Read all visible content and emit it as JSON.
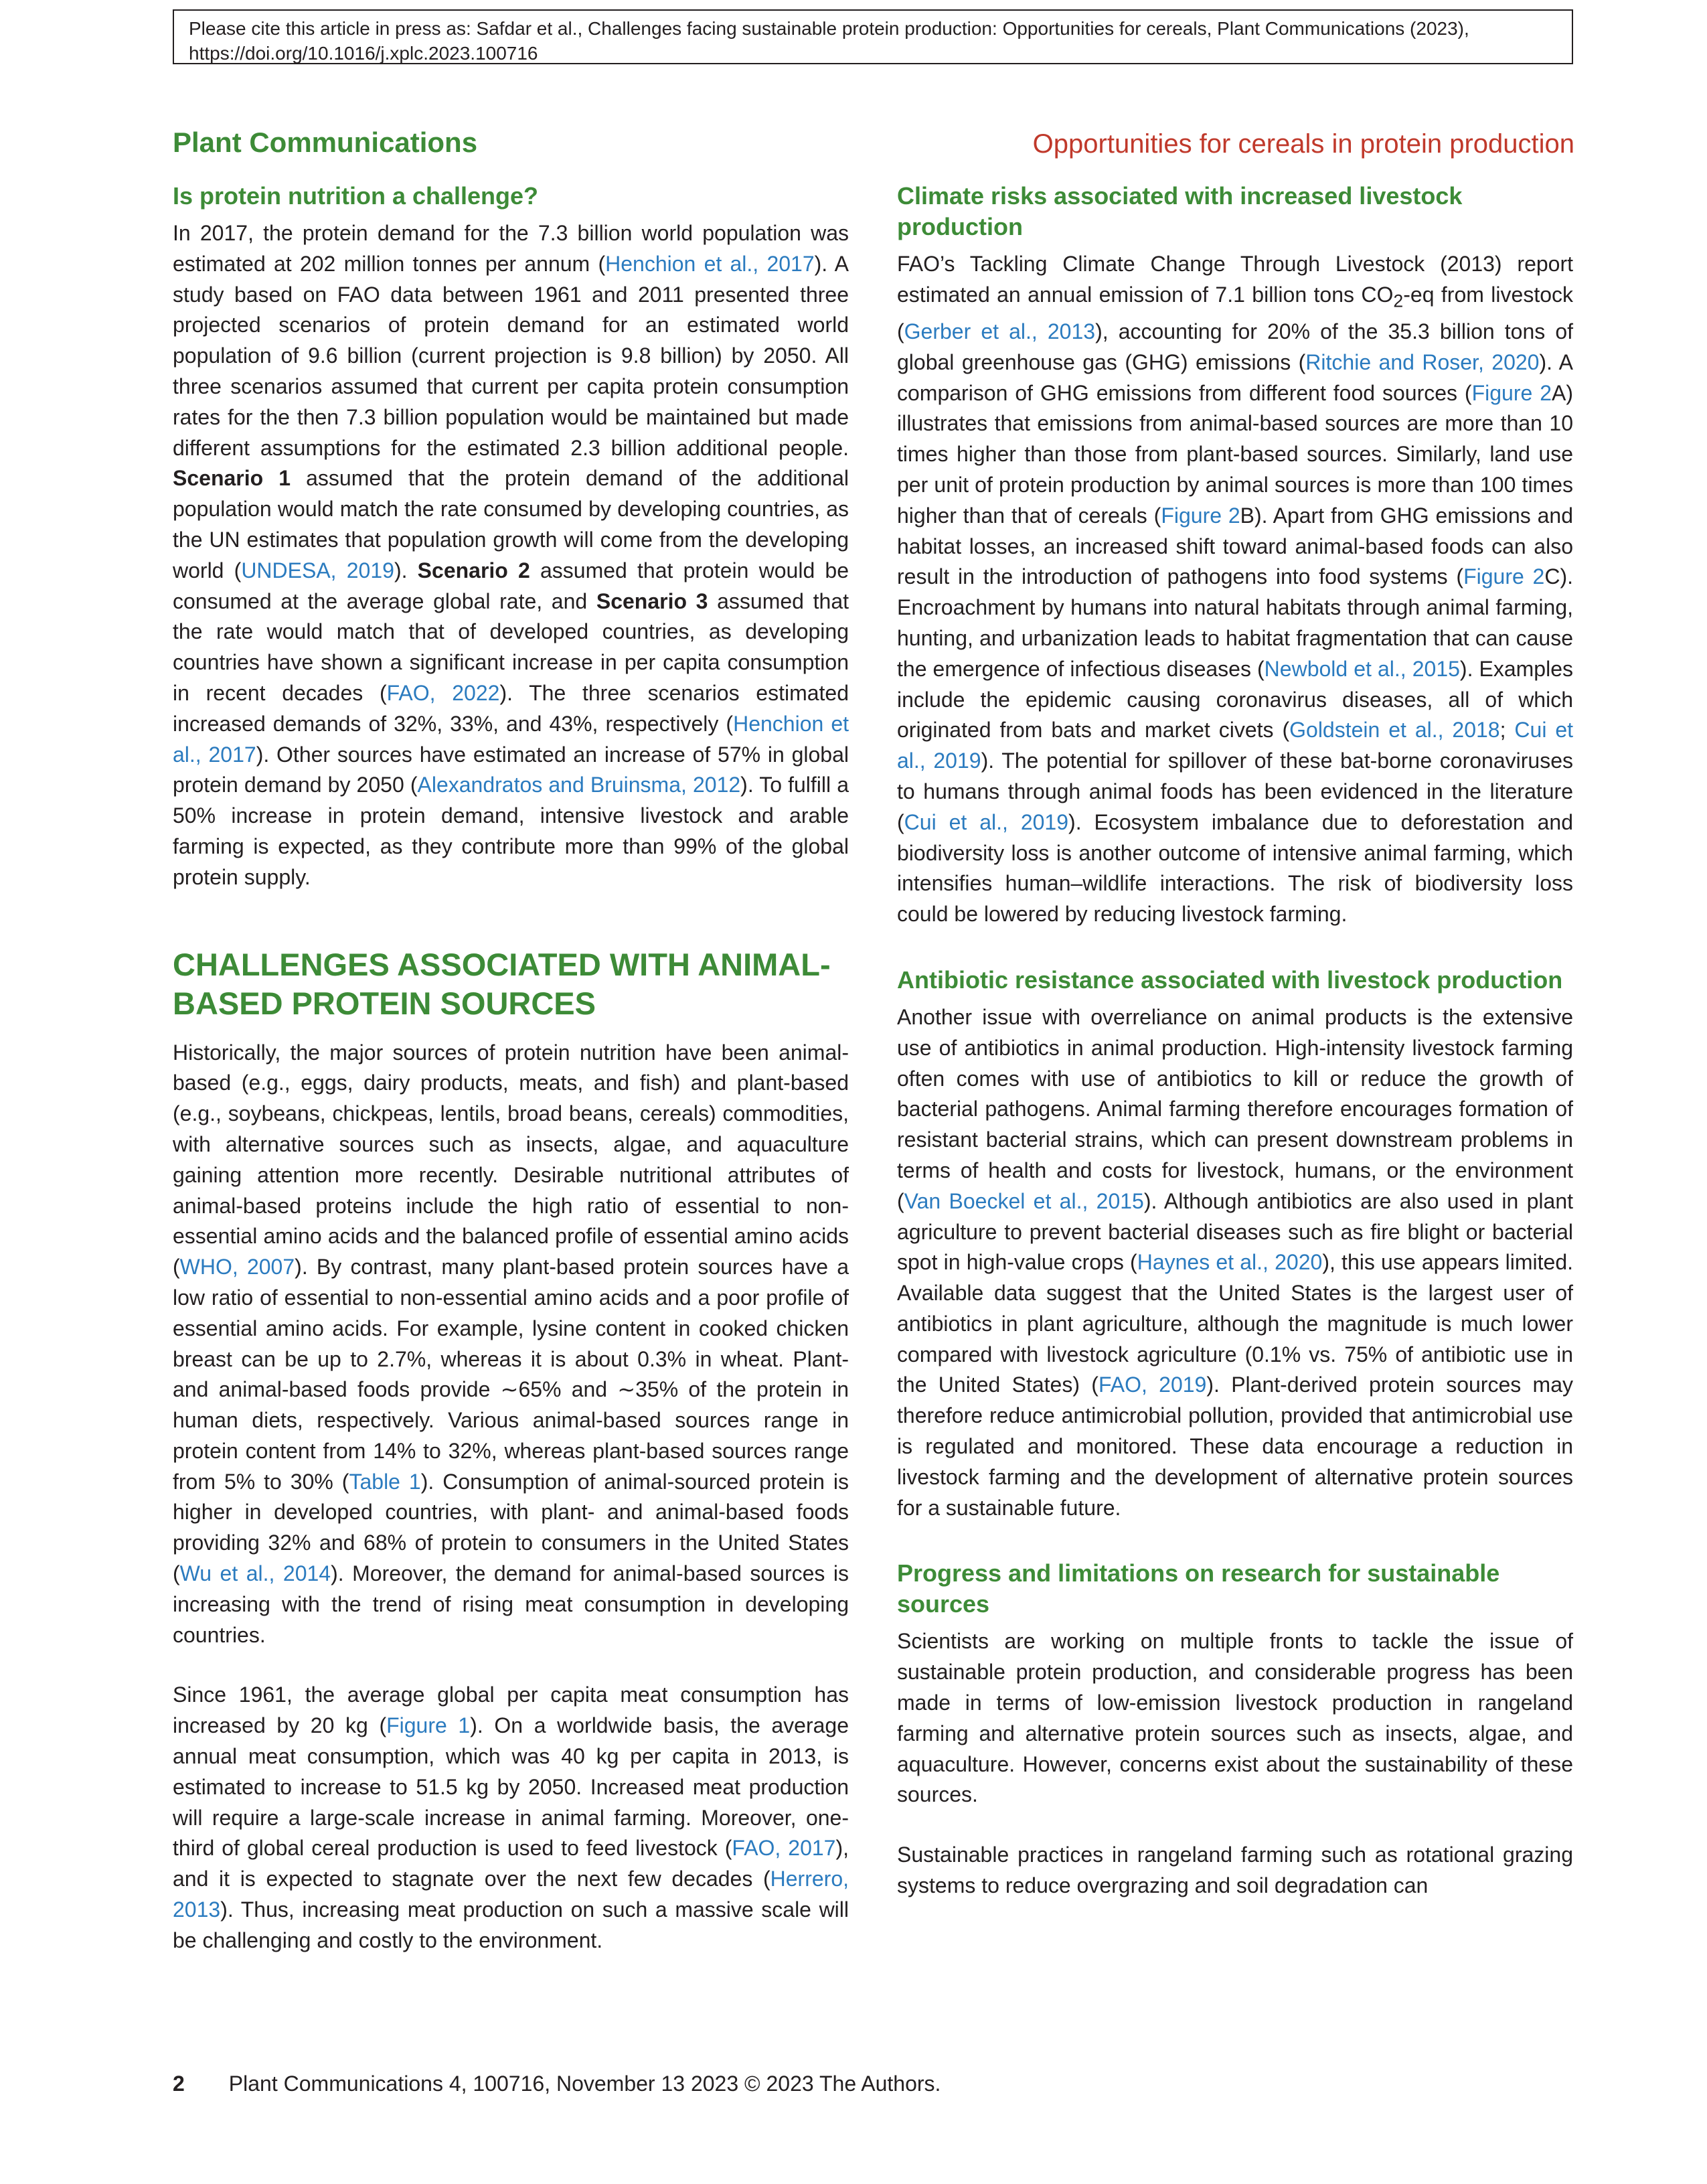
{
  "citation": {
    "line1": "Please cite this article in press as: Safdar et al., Challenges facing sustainable protein production: Opportunities for cereals, Plant Communications (2023),",
    "line2": "https://doi.org/10.1016/j.xplc.2023.100716"
  },
  "header": {
    "journal": "Plant Communications",
    "running_title": "Opportunities for cereals in protein production"
  },
  "left": {
    "h1": "Is protein nutrition a challenge?",
    "p1": {
      "a": "In 2017, the protein demand for the 7.3 billion world population was estimated at 202 million tonnes per annum (",
      "r1": "Henchion et al., 2017",
      "b": "). A study based on FAO data between 1961 and 2011 presented three projected scenarios of protein demand for an estimated world population of 9.6 billion (current projection is 9.8 billion) by 2050. All three scenarios assumed that current per capita protein consumption rates for the then 7.3 billion population would be maintained but made different assumptions for the estimated 2.3 billion additional people. ",
      "s1": "Scenario 1",
      "c": " assumed that the protein demand of the additional population would match the rate consumed by developing countries, as the UN estimates that population growth will come from the developing world (",
      "r2": "UNDESA, 2019",
      "d": "). ",
      "s2": "Scenario 2",
      "e": " assumed that protein would be consumed at the average global rate, and ",
      "s3": "Scenario 3",
      "f": " assumed that the rate would match that of developed countries, as developing countries have shown a significant increase in per capita consumption in recent decades (",
      "r3": "FAO, 2022",
      "g": "). The three scenarios estimated increased demands of 32%, 33%, and 43%, respectively (",
      "r4": "Henchion et al., 2017",
      "h": "). Other sources have estimated an increase of 57% in global protein demand by 2050 (",
      "r5": "Alexandratos and Bruinsma, 2012",
      "i": "). To fulfill a 50% increase in protein demand, intensive livestock and arable farming is expected, as they contribute more than 99% of the global protein supply."
    },
    "h2": "CHALLENGES ASSOCIATED WITH ANIMAL-BASED PROTEIN SOURCES",
    "p2": {
      "a": "Historically, the major sources of protein nutrition have been animal-based (e.g., eggs, dairy products, meats, and fish) and plant-based (e.g., soybeans, chickpeas, lentils, broad beans, cereals) commodities, with alternative sources such as insects, algae, and aquaculture gaining attention more recently. Desirable nutritional attributes of animal-based proteins include the high ratio of essential to non-essential amino acids and the balanced profile of essential amino acids (",
      "r1": "WHO, 2007",
      "b": "). By contrast, many plant-based protein sources have a low ratio of essential to non-essential amino acids and a poor profile of essential amino acids. For example, lysine content in cooked chicken breast can be up to 2.7%, whereas it is about 0.3% in wheat. Plant- and animal-based foods provide ∼65% and ∼35% of the protein in human diets, respectively. Various animal-based sources range in protein content from 14% to 32%, whereas plant-based sources range from 5% to 30% (",
      "r2": "Table 1",
      "c": "). Consumption of animal-sourced protein is higher in developed countries, with plant- and animal-based foods providing 32% and 68% of protein to consumers in the United States (",
      "r3": "Wu et al., 2014",
      "d": "). Moreover, the demand for animal-based sources is increasing with the trend of rising meat consumption in developing countries."
    },
    "p3": {
      "a": "Since 1961, the average global per capita meat consumption has increased by 20 kg (",
      "r1": "Figure 1",
      "b": "). On a worldwide basis, the average annual meat consumption, which was 40 kg per capita in 2013, is estimated to increase to 51.5 kg by 2050. Increased meat production will require a large-scale increase in animal farming. Moreover, one-third of global cereal production is used to feed livestock (",
      "r2": "FAO, 2017",
      "c": "), and it is expected to stagnate over the next few decades (",
      "r3": "Herrero, 2013",
      "d": "). Thus, increasing meat production on such a massive scale will be challenging and costly to the environment."
    }
  },
  "right": {
    "h1": "Climate risks associated with increased livestock production",
    "p1": {
      "a": "FAO’s Tackling Climate Change Through Livestock (2013) report estimated an annual emission of 7.1 billion tons CO",
      "sub": "2",
      "a2": "-eq from livestock (",
      "r1": "Gerber et al., 2013",
      "b": "), accounting for 20% of the 35.3 billion tons of global greenhouse gas (GHG) emissions (",
      "r2": "Ritchie and Roser, 2020",
      "c": "). A comparison of GHG emissions from different food sources (",
      "r3": "Figure 2",
      "c2": "A) illustrates that emissions from animal-based sources are more than 10 times higher than those from plant-based sources. Similarly, land use per unit of protein production by animal sources is more than 100 times higher than that of cereals (",
      "r4": "Figure 2",
      "d": "B). Apart from GHG emissions and habitat losses, an increased shift toward animal-based foods can also result in the introduction of pathogens into food systems (",
      "r5": "Figure 2",
      "e": "C). Encroachment by humans into natural habitats through animal farming, hunting, and urbanization leads to habitat fragmentation that can cause the emergence of infectious diseases (",
      "r6": "Newbold et al., 2015",
      "f": "). Examples include the epidemic causing coronavirus diseases, all of which originated from bats and market civets (",
      "r7": "Goldstein et al., 2018",
      "g": "; ",
      "r8": "Cui et al., 2019",
      "h": "). The potential for spillover of these bat-borne coronaviruses to humans through animal foods has been evidenced in the literature (",
      "r9": "Cui et al., 2019",
      "i": "). Ecosystem imbalance due to deforestation and biodiversity loss is another outcome of intensive animal farming, which intensifies human–wildlife interactions. The risk of biodiversity loss could be lowered by reducing livestock farming."
    },
    "h2": "Antibiotic resistance associated with livestock production",
    "p2": {
      "a": "Another issue with overreliance on animal products is the extensive use of antibiotics in animal production. High-intensity livestock farming often comes with use of antibiotics to kill or reduce the growth of bacterial pathogens. Animal farming therefore encourages formation of resistant bacterial strains, which can present downstream problems in terms of health and costs for livestock, humans, or the environment (",
      "r1": "Van Boeckel et al., 2015",
      "b": "). Although antibiotics are also used in plant agriculture to prevent bacterial diseases such as fire blight or bacterial spot in high-value crops (",
      "r2": "Haynes et al., 2020",
      "c": "), this use appears limited. Available data suggest that the United States is the largest user of antibiotics in plant agriculture, although the magnitude is much lower compared with livestock agriculture (0.1% vs. 75% of antibiotic use in the United States) (",
      "r3": "FAO, 2019",
      "d": "). Plant-derived protein sources may therefore reduce antimicrobial pollution, provided that antimicrobial use is regulated and monitored. These data encourage a reduction in livestock farming and the development of alternative protein sources for a sustainable future."
    },
    "h3": "Progress and limitations on research for sustainable sources",
    "p3": "Scientists are working on multiple fronts to tackle the issue of sustainable protein production, and considerable progress has been made in terms of low-emission livestock production in rangeland farming and alternative protein sources such as insects, algae, and aquaculture. However, concerns exist about the sustainability of these sources.",
    "p4": "Sustainable practices in rangeland farming such as rotational grazing systems to reduce overgrazing and soil degradation can"
  },
  "footer": {
    "page": "2",
    "text": "Plant Communications 4, 100716, November 13 2023 © 2023 The Authors."
  }
}
